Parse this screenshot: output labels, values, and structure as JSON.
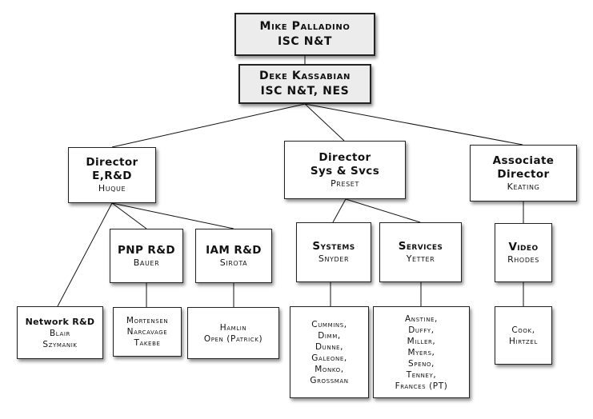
{
  "chart": {
    "top": {
      "line1": "Mike Palladino",
      "line2": "ISC N&T"
    },
    "second": {
      "line1": "Deke Kassabian",
      "line2": "ISC N&T, NES"
    },
    "directors": [
      {
        "line1": "Director",
        "line2": "E,R&D",
        "name": "Huque"
      },
      {
        "line1": "Director",
        "line2": "Sys & Svcs",
        "name": "Preset"
      },
      {
        "line1": "Associate",
        "line2": "Director",
        "name": "Keating"
      }
    ],
    "groups": [
      {
        "title": "PNP R&D",
        "name": "Bauer"
      },
      {
        "title": "IAM R&D",
        "name": "Sirota"
      },
      {
        "title": "Systems",
        "name": "Snyder"
      },
      {
        "title": "Services",
        "name": "Yetter"
      },
      {
        "title": "Video",
        "name": "Rhodes"
      }
    ],
    "teams": {
      "network": {
        "title": "Network R&D",
        "members": [
          "Blair",
          "Szymanik"
        ]
      },
      "pnp": {
        "members": [
          "Mortensen",
          "Narcavage",
          "Takebe"
        ]
      },
      "iam": {
        "members": [
          "Hamlin",
          "Open (Patrick)"
        ]
      },
      "systems": {
        "members": [
          "Cummins,",
          "Dimm,",
          "Dunne,",
          "Galeone,",
          "Monko,",
          "Grossman"
        ]
      },
      "services": {
        "members": [
          "Anstine,",
          "Duffy,",
          "Miller,",
          "Myers,",
          "Speno,",
          "Tenney,",
          "Frances (PT)"
        ]
      },
      "video": {
        "members": [
          "Cook,",
          "Hirtzel"
        ]
      }
    }
  }
}
